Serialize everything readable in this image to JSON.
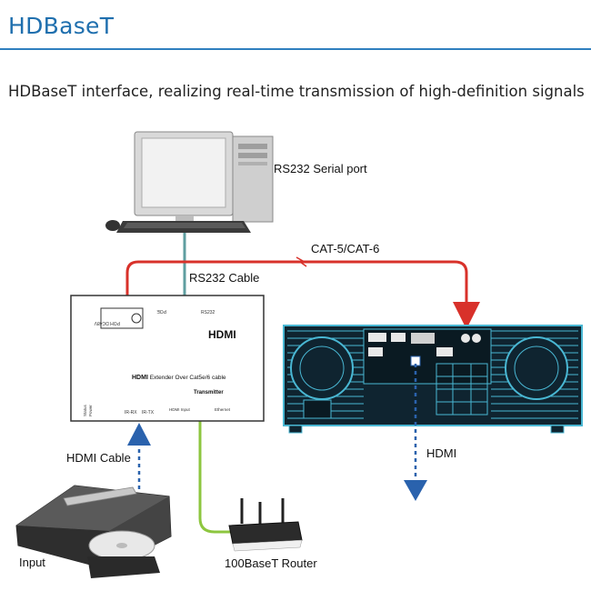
{
  "header": {
    "title": "HDBaseT",
    "subtitle": "HDBaseT interface, realizing real-time transmission of high-definition signals"
  },
  "labels": {
    "rs232_port": "RS232 Serial port",
    "cat_cable": "CAT-5/CAT-6",
    "rs232_cable": "RS232 Cable",
    "hdmi_cable": "HDMI Cable",
    "hdmi_out": "HDMI",
    "input": "Input",
    "router": "100BaseT Router"
  },
  "transmitter": {
    "rs232": "RS232",
    "logo": "HDMI",
    "desc_bold": "HDMI",
    "desc": " Extender Over Cat5e/6 cable",
    "mode": "Transmitter",
    "ir_rx": "IR-RX",
    "ir_tx": "IR-TX",
    "hdmi_input": "HDMI Input",
    "ethernet": "Ethernet",
    "status": "Status",
    "power": "Power"
  },
  "colors": {
    "title": "#1f6fae",
    "cat_cable": "#d8312a",
    "rs232_cable": "#5f9ea0",
    "router_cable": "#8dc63f",
    "hdmi_arrow": "#2a62ad",
    "projector": "#49b7d3"
  }
}
